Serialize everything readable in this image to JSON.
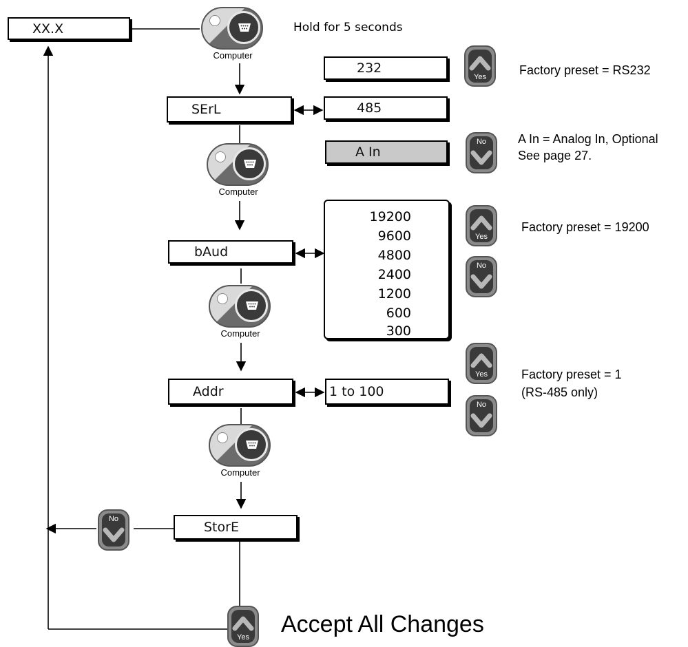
{
  "displays": {
    "home": "XX.X",
    "serial": "SErL",
    "baud": "bAud",
    "address": "Addr",
    "store": "StorE"
  },
  "serial_options": [
    "232",
    "485",
    "A In"
  ],
  "baud_options": [
    "19200",
    "9600",
    "4800",
    "2400",
    "1200",
    "600",
    "300"
  ],
  "address_range": "1 to 100",
  "keys": {
    "computer_label": "Computer",
    "yes_label": "Yes",
    "no_label": "No"
  },
  "notes": {
    "hold": "Hold for 5 seconds",
    "serial_preset": "Factory preset = RS232",
    "analog_in_line1": "A In = Analog In, Optional",
    "analog_in_line2": "See page 27.",
    "baud_preset": "Factory preset = 19200",
    "addr_preset_line1": "Factory preset = 1",
    "addr_preset_line2": "(RS-485 only)",
    "accept": "Accept All Changes"
  },
  "colors": {
    "key_dark": "#3a3a3a",
    "key_rim": "#8a8a8a",
    "disabled_option": "#c9c9c9"
  }
}
